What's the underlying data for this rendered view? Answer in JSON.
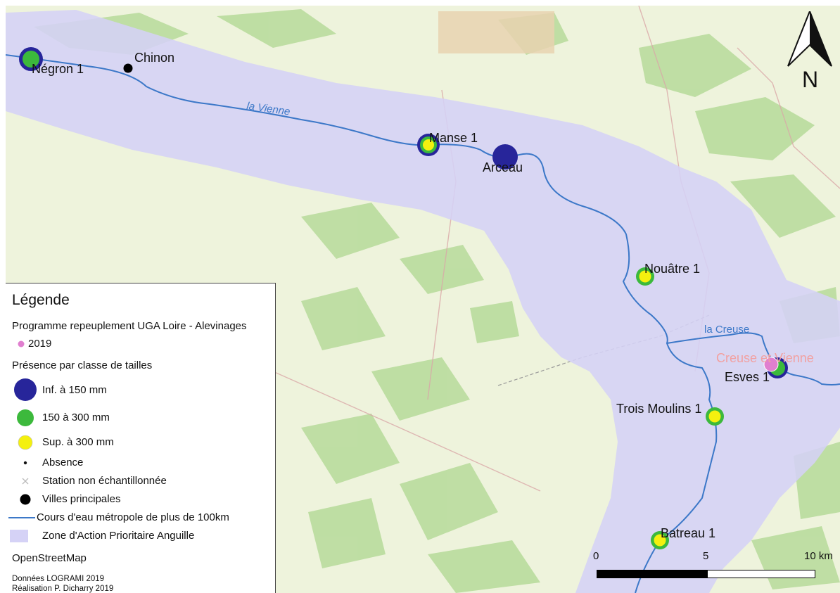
{
  "map": {
    "rivers": [
      {
        "name": "la Vienne"
      },
      {
        "name": "la Creuse"
      }
    ],
    "places": {
      "city": "Chinon",
      "confluence": "Creuse et Vienne"
    },
    "stations": [
      {
        "name": "Négron 1",
        "classes": [
          "inf150",
          "150-300"
        ]
      },
      {
        "name": "Manse 1",
        "classes": [
          "inf150",
          "150-300",
          "sup300"
        ]
      },
      {
        "name": "Arceau",
        "classes": [
          "inf150"
        ]
      },
      {
        "name": "Nouâtre 1",
        "classes": [
          "150-300",
          "sup300"
        ]
      },
      {
        "name": "Esves 1",
        "classes": [
          "inf150",
          "150-300"
        ]
      },
      {
        "name": "Trois Moulins 1",
        "classes": [
          "150-300",
          "sup300"
        ]
      },
      {
        "name": "Batreau 1",
        "classes": [
          "150-300",
          "sup300"
        ]
      }
    ],
    "colors": {
      "inf150": "#27259a",
      "c150_300": "#3cb93c",
      "sup300": "#f4f00f",
      "zone": "#d5d2f6",
      "river": "#3c78c8",
      "alevinage": "#e07fcf"
    }
  },
  "legend": {
    "title": "Légende",
    "section_repeuplement": "Programme repeuplement UGA Loire - Alevinages",
    "item_2019": "2019",
    "section_presence": "Présence par classe de tailles",
    "item_inf150": "Inf. à 150 mm",
    "item_150_300": "150 à 300 mm",
    "item_sup300": "Sup. à 300 mm",
    "item_absence": "Absence",
    "item_non_echant": "Station non échantillonnée",
    "item_villes": "Villes principales",
    "item_cours": "Cours d'eau métropole de plus de 100km",
    "item_zone": "Zone d'Action Prioritaire Anguille",
    "basemap": "OpenStreetMap",
    "credit_data": "Données LOGRAMI 2019",
    "credit_author": "Réalisation P. Dicharry 2019"
  },
  "scale": {
    "ticks": [
      "0",
      "5",
      "10 km"
    ]
  },
  "north": {
    "label": "N"
  }
}
